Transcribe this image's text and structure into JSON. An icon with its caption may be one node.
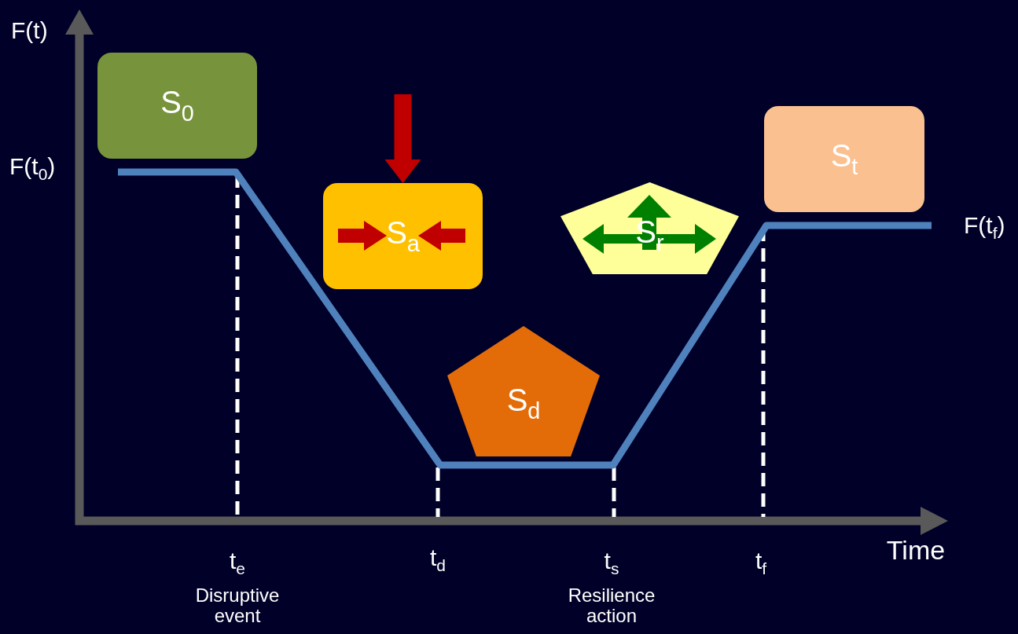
{
  "diagram": {
    "nodes": [
      {
        "text": [
          "S$_{0}$"
        ]
      },
      {
        "text": [
          "S$_{a}$"
        ]
      },
      {
        "text": [
          "S$_{d}$"
        ]
      },
      {
        "text": [
          "S$_{r}$"
        ]
      },
      {
        "text": [
          "S$_{t}$"
        ]
      }
    ],
    "edges": [
      {
        "from": null,
        "to": 1,
        "arrow": "to",
        "color": "#c00000"
      }
    ],
    "labels": [
      "F(t)",
      "F(t$_{0}$)",
      "F(t$_{f}$)",
      "Time",
      "t$_{e}$",
      "t$_{d}$",
      "t$_{s}$",
      "t$_{f}$",
      "Disruptive event",
      "Resilience action"
    ]
  }
}
